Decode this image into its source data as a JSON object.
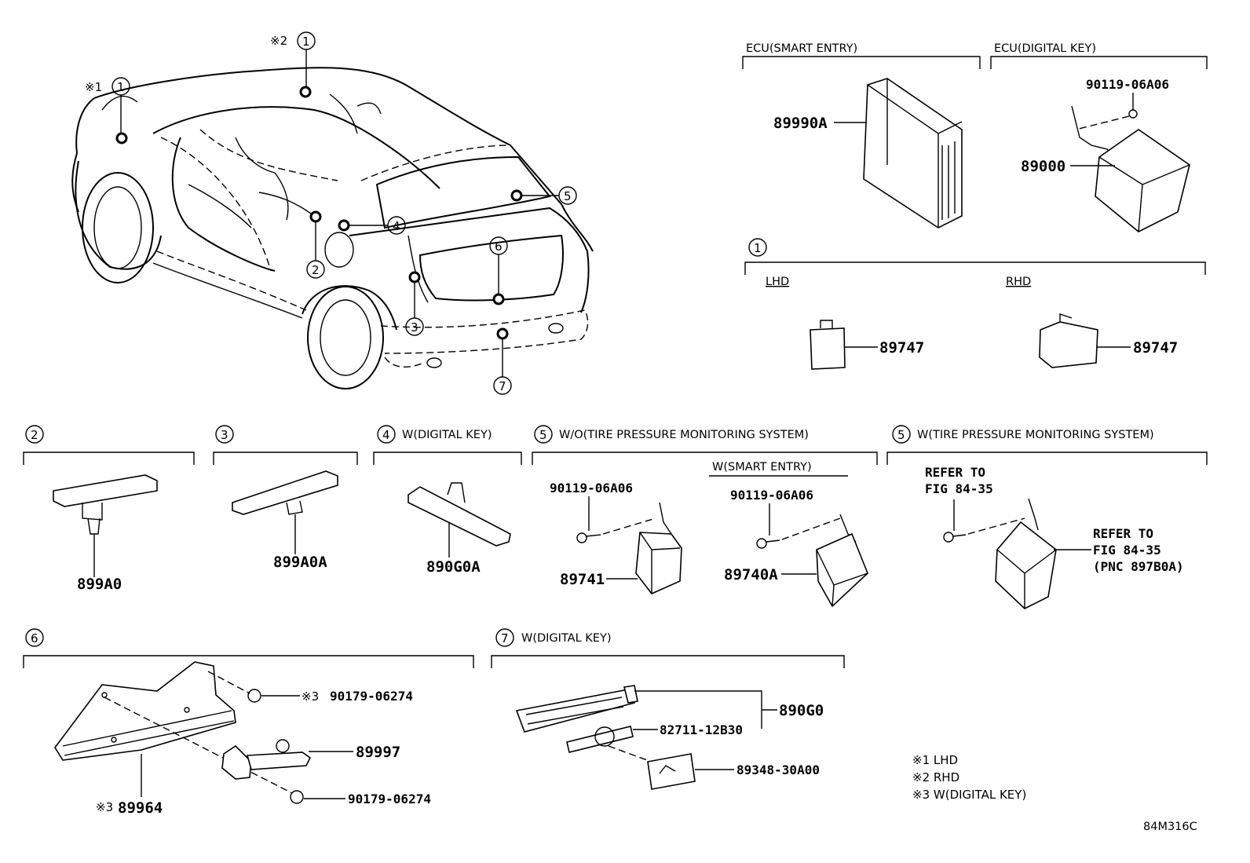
{
  "figure_code": "84M316C",
  "car_callouts": [
    {
      "num": "1",
      "mark": "※1"
    },
    {
      "num": "1",
      "mark": "※2"
    },
    {
      "num": "2",
      "mark": ""
    },
    {
      "num": "3",
      "mark": ""
    },
    {
      "num": "4",
      "mark": ""
    },
    {
      "num": "5",
      "mark": ""
    },
    {
      "num": "6",
      "mark": ""
    },
    {
      "num": "7",
      "mark": ""
    }
  ],
  "ecu_smart_entry": {
    "header": "ECU(SMART ENTRY)",
    "part": "89990A"
  },
  "ecu_digital_key": {
    "header": "ECU(DIGITAL KEY)",
    "bolt": "90119-06A06",
    "part": "89000"
  },
  "group1": {
    "num": "1",
    "lhd_label": "LHD",
    "rhd_label": "RHD",
    "lhd_part": "89747",
    "rhd_part": "89747"
  },
  "group2": {
    "num": "2",
    "part": "899A0"
  },
  "group3": {
    "num": "3",
    "part": "899A0A"
  },
  "group4": {
    "num": "4",
    "header": "W(DIGITAL KEY)",
    "part": "890G0A"
  },
  "group5a": {
    "num": "5",
    "header": "W/O(TIRE PRESSURE MONITORING SYSTEM)",
    "bolt": "90119-06A06",
    "part": "89741",
    "sub_header": "W(SMART ENTRY)",
    "sub_bolt": "90119-06A06",
    "sub_part": "89740A"
  },
  "group5b": {
    "num": "5",
    "header": "W(TIRE PRESSURE MONITORING SYSTEM)",
    "refer1_line1": "REFER TO",
    "refer1_line2": "FIG 84-35",
    "refer2_line1": "REFER TO",
    "refer2_line2": "FIG 84-35",
    "refer2_line3": "(PNC 897B0A)"
  },
  "group6": {
    "num": "6",
    "nut_top": "90179-06274",
    "nut_top_mark": "※3",
    "part_mid": "89997",
    "nut_bottom": "90179-06274",
    "bracket": "89964",
    "bracket_mark": "※3"
  },
  "group7": {
    "num": "7",
    "header": "W(DIGITAL KEY)",
    "part_assy": "890G0",
    "part_sub": "82711-12B30",
    "part_bracket": "89348-30A00"
  },
  "legend": [
    "※1 LHD",
    "※2 RHD",
    "※3 W(DIGITAL KEY)"
  ]
}
